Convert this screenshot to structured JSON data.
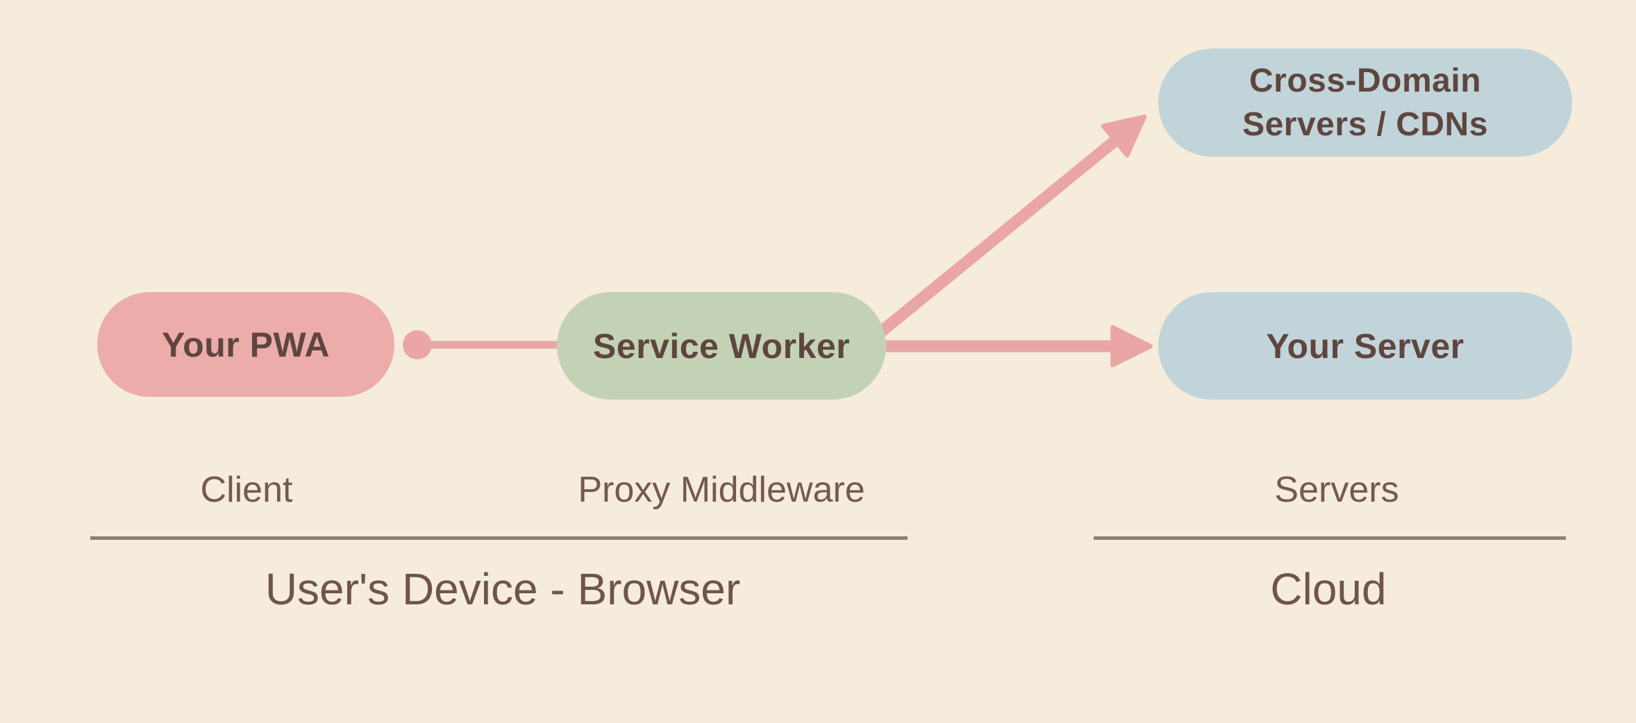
{
  "background": "#f6ecdb",
  "accent": "#e9a6a4",
  "text_colors": {
    "node_label": "#5e463f",
    "role_label": "#74594e",
    "group_label": "#6f544a",
    "divider": "#8c7e79"
  },
  "nodes": {
    "pwa": {
      "label": "Your PWA",
      "fill": "#ecacaa"
    },
    "service_worker": {
      "label": "Service Worker",
      "fill": "#c3d2b5"
    },
    "cross_domain": {
      "label": "Cross-Domain Servers / CDNs",
      "fill": "#c1d4d9"
    },
    "your_server": {
      "label": "Your Server",
      "fill": "#c1d4d9"
    }
  },
  "edges": [
    {
      "from": "Your PWA",
      "to": "Service Worker",
      "type": "line-with-dot"
    },
    {
      "from": "Service Worker",
      "to": "Cross-Domain Servers / CDNs",
      "type": "arrow"
    },
    {
      "from": "Service Worker",
      "to": "Your Server",
      "type": "arrow"
    }
  ],
  "roles": {
    "client": "Client",
    "proxy_middleware": "Proxy Middleware",
    "servers": "Servers"
  },
  "groups": {
    "device": "User's Device - Browser",
    "cloud": "Cloud"
  }
}
